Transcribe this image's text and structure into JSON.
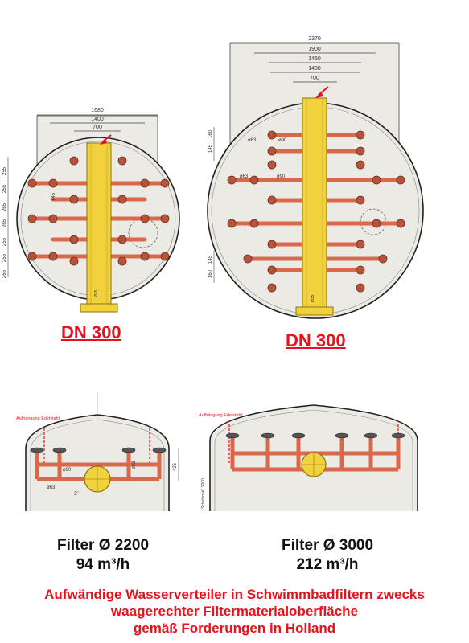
{
  "top_left": {
    "dims": [
      "1680",
      "1400",
      "700"
    ],
    "side_dims": [
      "255",
      "255",
      "265",
      "265",
      "255",
      "255",
      "265"
    ],
    "inner_dim": "145",
    "nozzle_label": "Ø35",
    "dn_label": "DN 300"
  },
  "top_right": {
    "dims": [
      "2370",
      "1900",
      "1450",
      "1400",
      "700"
    ],
    "side_dims": [
      "145",
      "160",
      "160",
      "145"
    ],
    "pipe_labels": [
      "ø63",
      "ø90",
      "ø63",
      "ø90"
    ],
    "nozzle_label": "Ø35",
    "dn_label": "DN 300"
  },
  "bottom_left": {
    "annotation": "Aufhängung Edelstahl",
    "pipe_labels": [
      "ø90",
      "ø63",
      "ø63"
    ],
    "dim_label": "425",
    "inch_label": "3\"",
    "title": "Filter Ø 2200",
    "flow": "94 m³/h"
  },
  "bottom_right": {
    "annotation": "Aufhängung Edelstahl",
    "side_label": "Schutzmaß 1200",
    "title": "Filter Ø 3000",
    "flow": "212 m³/h"
  },
  "caption": {
    "line1": "Aufwändige Wasserverteiler in Schwimmbadfiltern zwecks",
    "line2": "waagerechter Filtermaterialoberfläche",
    "line3": "gemäß Forderungen in Holland"
  },
  "colors": {
    "pipe": "#d9694a",
    "header": "#f2d23c",
    "tank": "#eceae4",
    "accent": "#e8121b"
  }
}
